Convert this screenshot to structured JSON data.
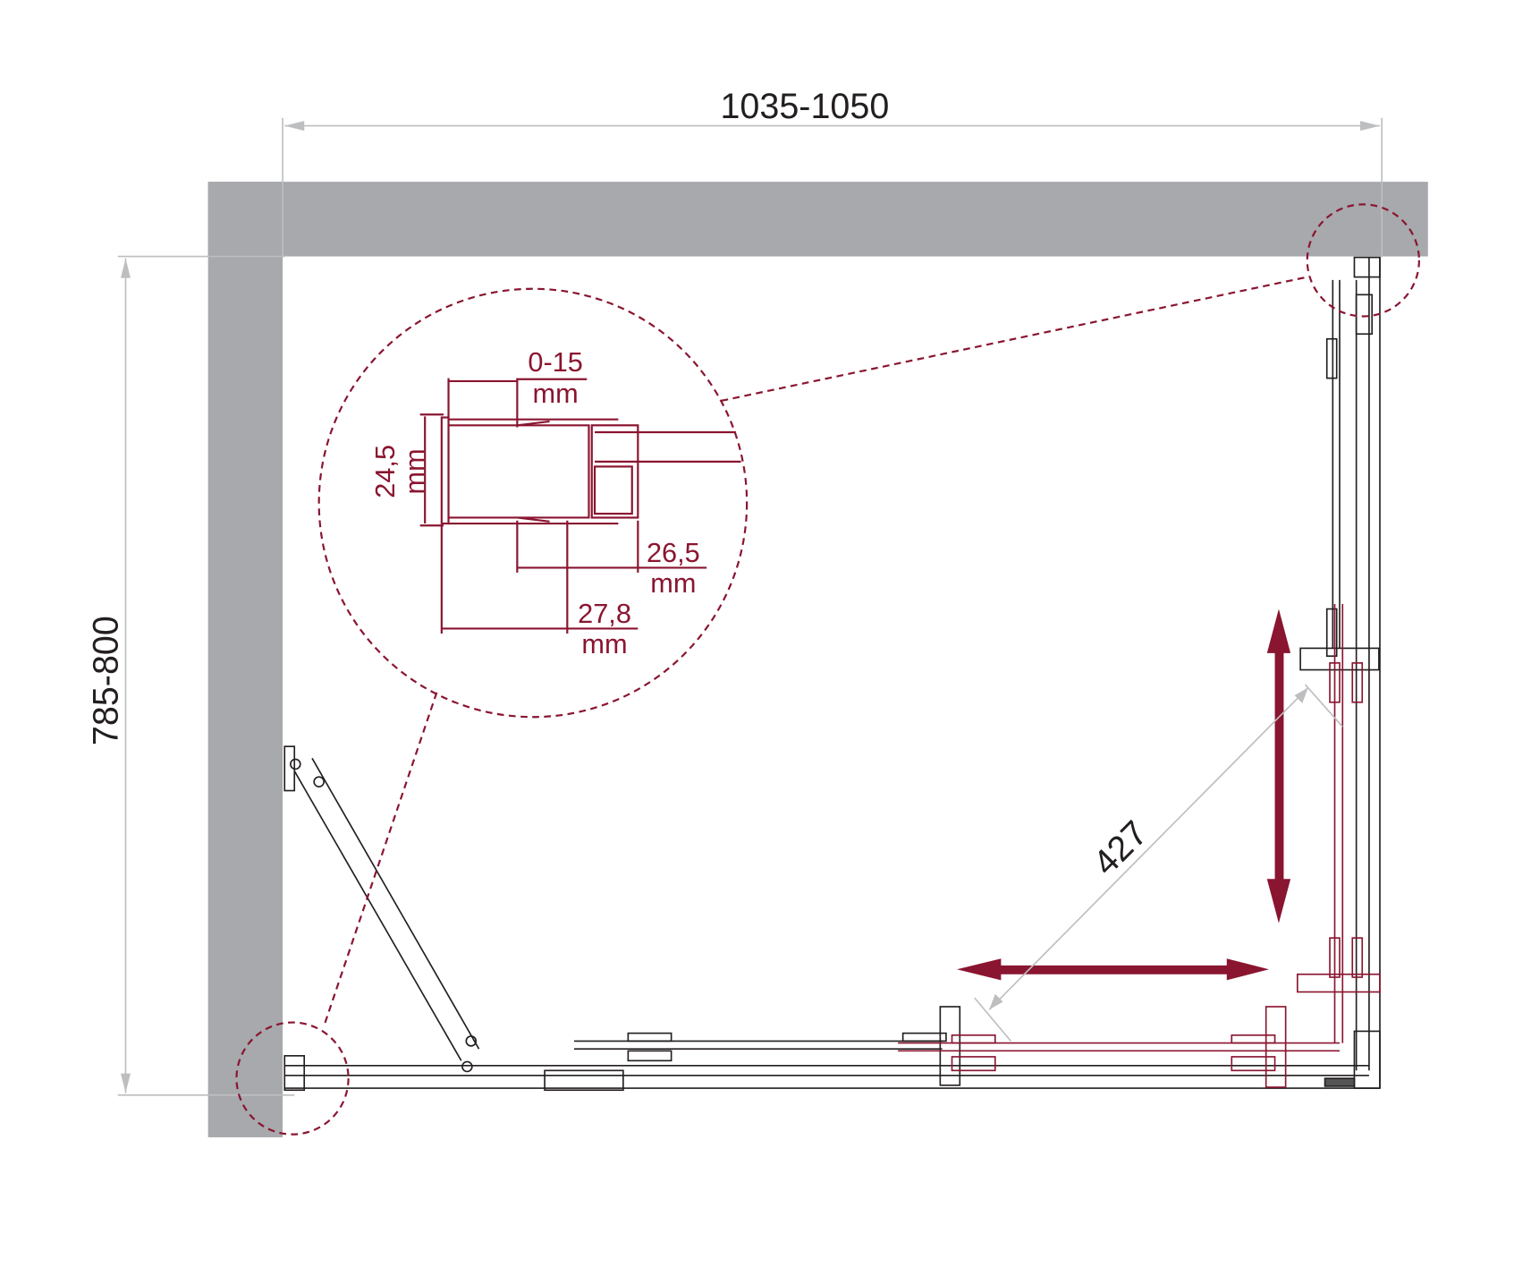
{
  "dimensions": {
    "width": "1035-1050",
    "depth": "785-800",
    "diagonal_opening": "427"
  },
  "detail": {
    "adjust": "0-15",
    "adjust_unit": "mm",
    "profile_height": "24,5",
    "profile_height_unit": "mm",
    "profile_width_a": "26,5",
    "profile_width_a_unit": "mm",
    "profile_width_b": "27,8",
    "profile_width_b_unit": "mm"
  },
  "colors": {
    "wall": "#a7a9ac",
    "accent": "#8a1530",
    "dim_line": "#bcbec0",
    "line": "#231f20"
  }
}
